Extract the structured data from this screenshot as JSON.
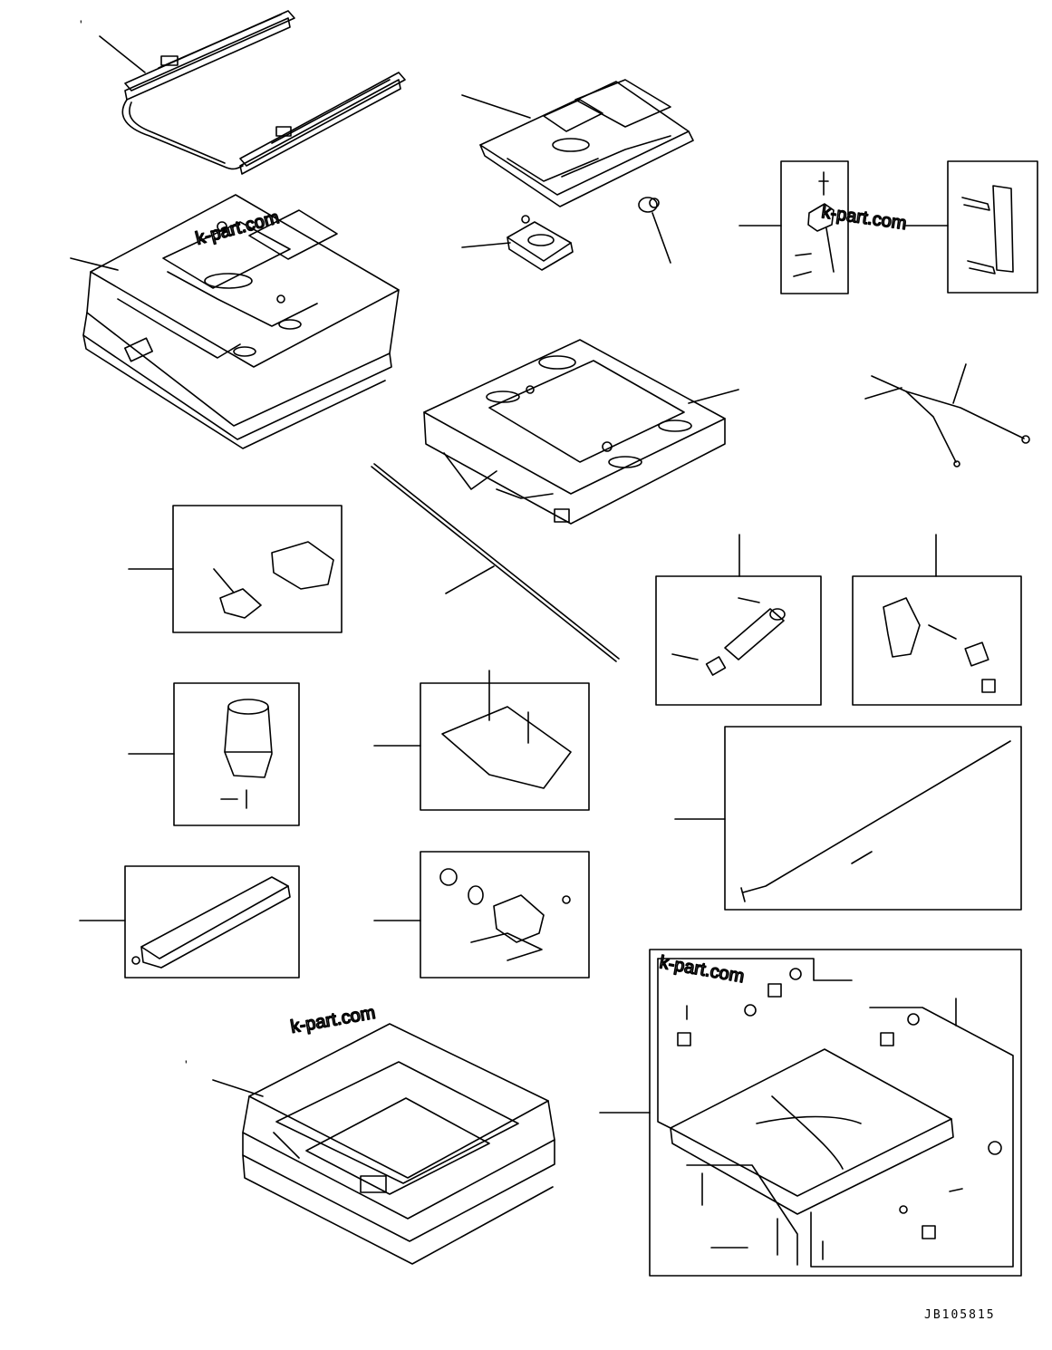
{
  "drawing": {
    "code": "JB105815"
  },
  "watermarks": [
    "k-part.com",
    "k-part.com",
    "k-part.com",
    "k-part.com"
  ],
  "marks": [
    "'",
    "'"
  ],
  "colors": {
    "line": "#000000",
    "background": "#ffffff",
    "watermark": "#b9b9b9"
  }
}
